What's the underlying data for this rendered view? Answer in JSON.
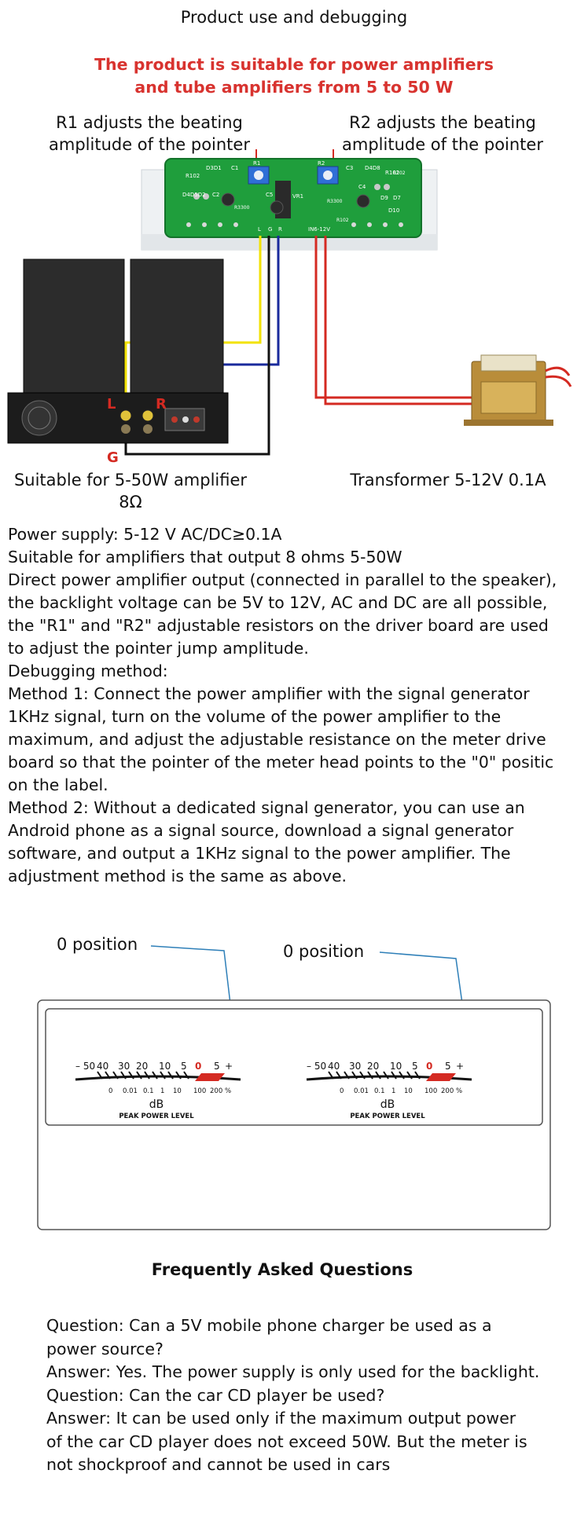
{
  "page": {
    "title": "Product use and debugging",
    "headline_line1": "The product is suitable for power amplifiers",
    "headline_line2": "and tube amplifiers from 5 to 50 W"
  },
  "wiring_diagram": {
    "r1_label_line1": "R1 adjusts the beating",
    "r1_label_line2": "amplitude of the pointer",
    "r2_label_line1": "R2 adjusts the beating",
    "r2_label_line2": "amplitude of the pointer",
    "amp_caption": "Suitable for 5-50W amplifier 8Ω",
    "transformer_caption": "Transformer 5-12V 0.1A",
    "terminal_l": "L",
    "terminal_r": "R",
    "terminal_g": "G",
    "board_markings": [
      "R102",
      "D3D1",
      "C1",
      "R1",
      "R2",
      "C3",
      "D4D8",
      "R102",
      "D4D5D2",
      "C2",
      "R3300",
      "C5",
      "VR1",
      "R3300",
      "C4",
      "D9",
      "D7",
      "R102",
      "D10",
      "L",
      "G",
      "R",
      "IN6-12V",
      "R102"
    ],
    "wire_colors": {
      "left": "#f2e200",
      "right": "#1a2a9c",
      "ground": "#111111",
      "power": "#d42a22"
    }
  },
  "description": {
    "lines": [
      "Power supply: 5-12 V AC/DC≥0.1A",
      "Suitable for amplifiers that output 8 ohms 5-50W",
      "Direct power amplifier output (connected in parallel to the speaker),",
      "the backlight voltage can be 5V to 12V, AC and DC are all possible,",
      "the \"R1\" and \"R2\" adjustable resistors on the driver board are used",
      "to adjust the pointer jump amplitude.",
      "Debugging method:",
      "Method 1: Connect the power amplifier with the signal generator",
      "1KHz signal, turn on the volume of the power amplifier to the",
      "maximum, and adjust the adjustable resistance on the meter drive",
      "board so that the pointer of the meter head points to the \"0\" positic",
      "on the label.",
      "Method 2: Without a dedicated signal generator, you can use an",
      "Android phone as a signal source, download a signal generator",
      "software, and output a 1KHz signal to the power amplifier. The",
      "adjustment method is the same as above."
    ]
  },
  "meter_diagram": {
    "pointer_label_left": "0 position",
    "pointer_label_right": "0 position",
    "top_scale": [
      "– 50",
      "40",
      "30",
      "20",
      "10",
      "5",
      "0",
      "5",
      "+"
    ],
    "bottom_scale": [
      "0",
      "0.01",
      "0.1",
      "1",
      "10",
      "100",
      "200",
      "%"
    ],
    "unit": "dB",
    "caption": "PEAK POWER LEVEL",
    "zero_color": "#d42a22"
  },
  "faq": {
    "title": "Frequently Asked Questions",
    "lines": [
      "Question: Can a 5V mobile phone charger be used as a",
      "power source?",
      "Answer: Yes. The power supply is only used for the backlight.",
      "Question: Can the car CD player be used?",
      "Answer: It can be used only if the maximum output power",
      "of the car CD player does not exceed 50W. But the meter is",
      "not shockproof and cannot be used in cars"
    ]
  }
}
